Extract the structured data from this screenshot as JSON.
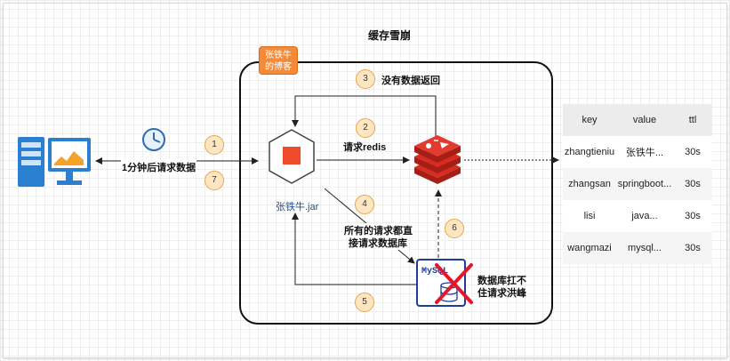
{
  "title": "缓存雪崩",
  "brand": {
    "line1": "张铁牛",
    "line2": "的博客"
  },
  "app_label": "张铁牛.jar",
  "labels": {
    "request_after": "1分钟后请求数据",
    "request_redis": "请求redis",
    "no_data_return": "没有数据返回",
    "all_direct_line1": "所有的请求都直",
    "all_direct_line2": "接请求数据库",
    "db_overload_line1": "数据库扛不",
    "db_overload_line2": "住请求洪峰"
  },
  "mysql_label": "MySQL",
  "steps": [
    "1",
    "2",
    "3",
    "4",
    "5",
    "6",
    "7"
  ],
  "table": {
    "headers": [
      "key",
      "value",
      "ttl"
    ],
    "rows": [
      [
        "zhangtieniu",
        "张铁牛...",
        "30s"
      ],
      [
        "zhangsan",
        "springboot...",
        "30s"
      ],
      [
        "lisi",
        "java...",
        "30s"
      ],
      [
        "wangmazi",
        "mysql...",
        "30s"
      ]
    ]
  },
  "icons": [
    "computer-icon",
    "clock-icon",
    "box-icon",
    "redis-icon",
    "mysql-icon",
    "red-x-icon"
  ],
  "colors": {
    "badge_fill": "#ffe6c2",
    "badge_stroke": "#e8a64a",
    "brand": "#f58b38",
    "app_box": "#ee4b2b",
    "redis": "#d82c20",
    "mysql_blue": "#1f3c9c",
    "cross": "#e5162b"
  }
}
